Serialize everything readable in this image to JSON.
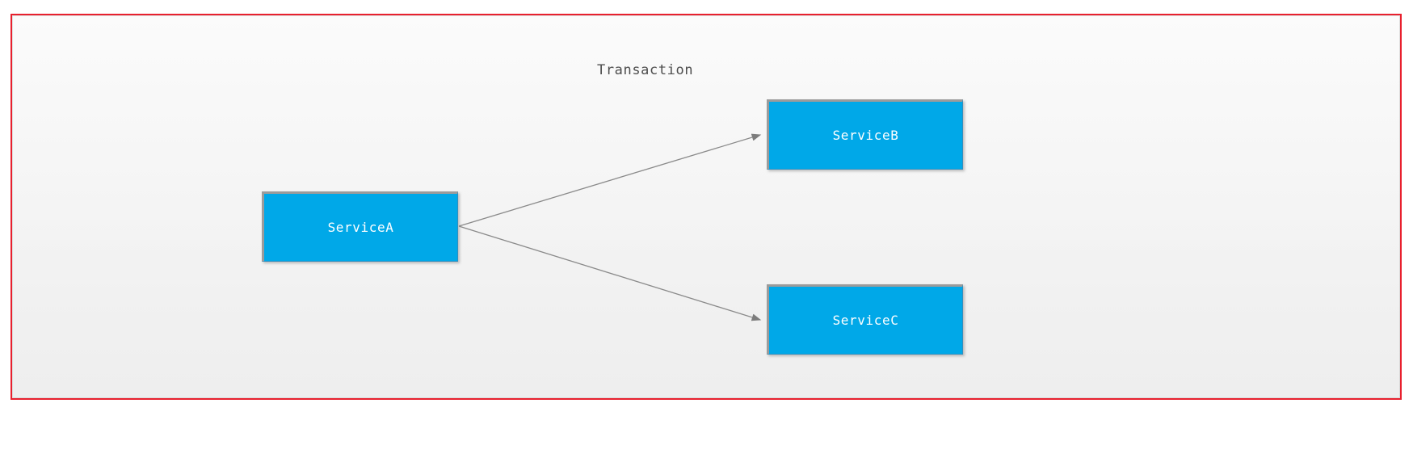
{
  "diagram": {
    "title": "Transaction",
    "frame": {
      "border_color": "#e8202e",
      "background_top": "#fbfbfb",
      "background_bottom": "#eeeeee"
    },
    "node_fill_color": "#00a8e8",
    "node_label_color": "#ffffff",
    "edge_color": "#8a8a8a",
    "nodes": [
      {
        "id": "ServiceA",
        "label": "ServiceA"
      },
      {
        "id": "ServiceB",
        "label": "ServiceB"
      },
      {
        "id": "ServiceC",
        "label": "ServiceC"
      }
    ],
    "edges": [
      {
        "from": "ServiceA",
        "to": "ServiceB",
        "label": ""
      },
      {
        "from": "ServiceA",
        "to": "ServiceC",
        "label": ""
      }
    ]
  }
}
